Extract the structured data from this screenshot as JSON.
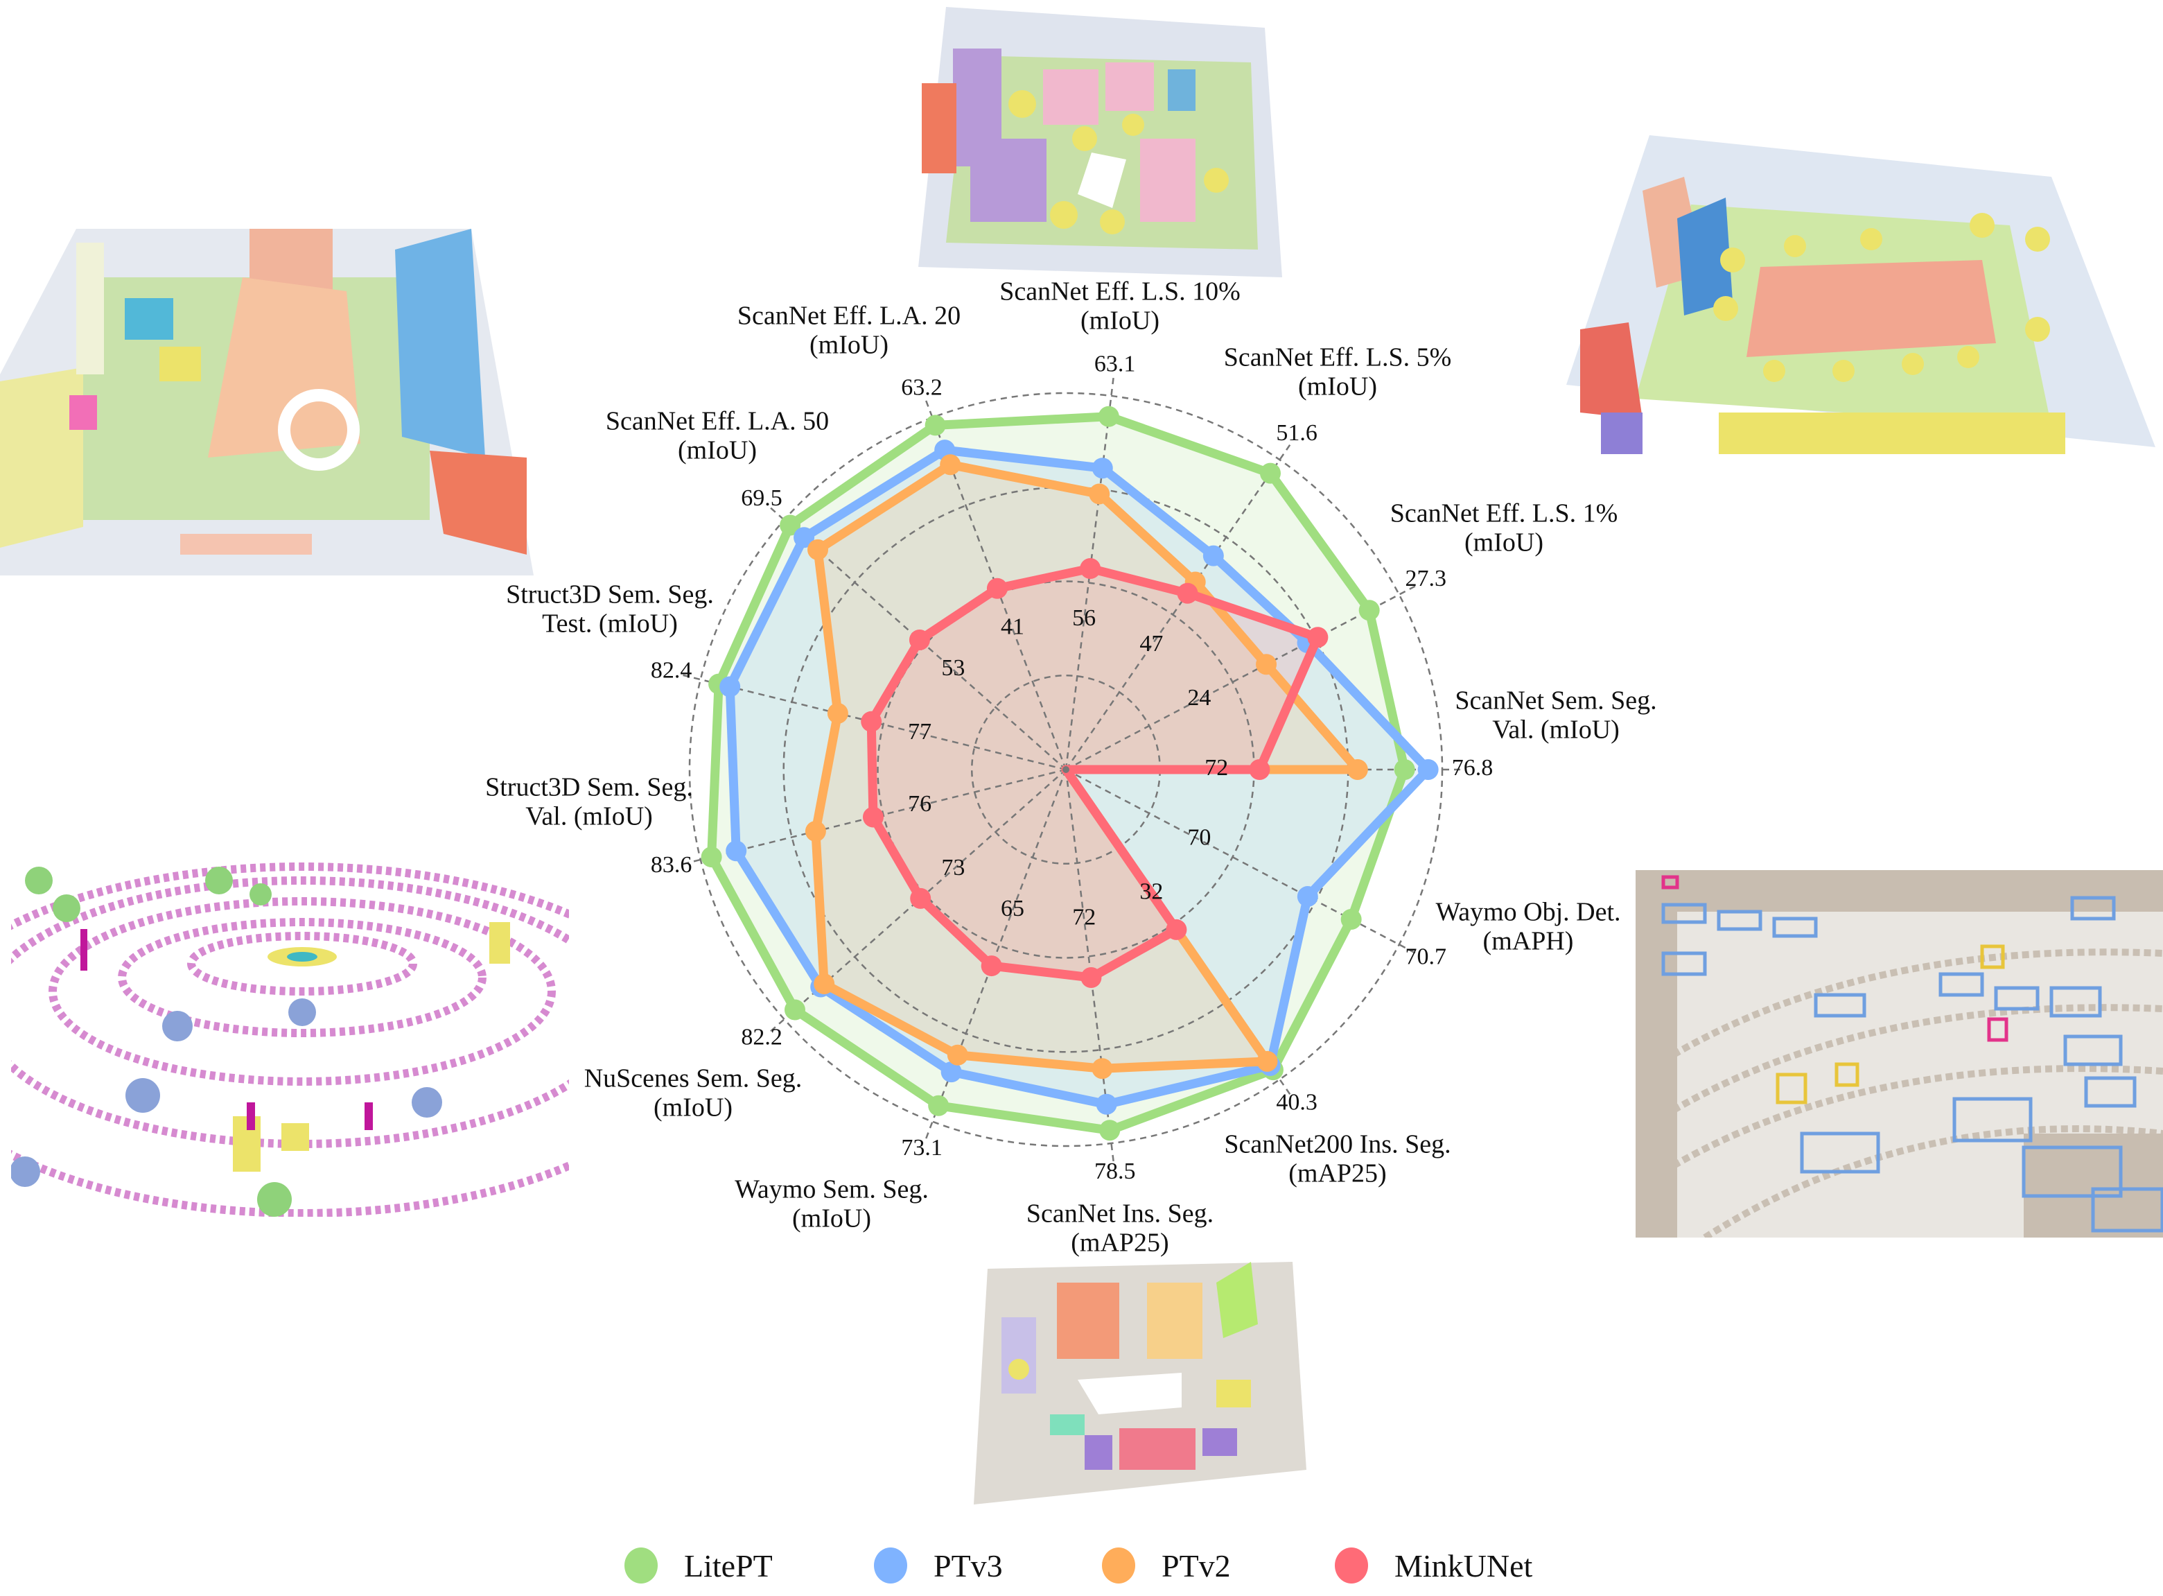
{
  "chart_data": {
    "type": "radar",
    "title": "",
    "axes": [
      {
        "name": [
          "ScanNet Eff. L.S. 10%",
          "(mIoU)"
        ],
        "range": [
          50.79,
          63.82
        ],
        "inner_tick": 56,
        "outer_label": "63.1"
      },
      {
        "name": [
          "ScanNet Eff. L.S. 5%",
          "(mIoU)"
        ],
        "range": [
          43.7,
          51.96
        ],
        "inner_tick": 47,
        "outer_label": "51.6"
      },
      {
        "name": [
          "ScanNet Eff. L.S. 1%",
          "(mIoU)"
        ],
        "range": [
          21.41,
          27.88
        ],
        "inner_tick": 24,
        "outer_label": "27.3"
      },
      {
        "name": [
          "ScanNet Sem. Seg.",
          "Val. (mIoU)"
        ],
        "range": [
          68.16,
          77.76
        ],
        "inner_tick": 72,
        "outer_label": "76.8"
      },
      {
        "name": [
          "Waymo Obj. Det.",
          "(mAPH)"
        ],
        "range": [
          69.39,
          70.92
        ],
        "inner_tick": 70,
        "outer_label": "70.7"
      },
      {
        "name": [
          "ScanNet200 Ins. Seg.",
          "(mAP25)"
        ],
        "range": [
          26.16,
          40.75
        ],
        "inner_tick": 32,
        "outer_label": "40.3"
      },
      {
        "name": [
          "ScanNet Ins. Seg.",
          "(mAP25)"
        ],
        "range": [
          67.4,
          78.9
        ],
        "inner_tick": 72,
        "outer_label": "78.5"
      },
      {
        "name": [
          "Waymo Sem. Seg.",
          "(mIoU)"
        ],
        "range": [
          59.16,
          73.76
        ],
        "inner_tick": 65,
        "outer_label": "73.1"
      },
      {
        "name": [
          "NuScenes Sem. Seg.",
          "(mIoU)"
        ],
        "range": [
          66.45,
          82.82
        ],
        "inner_tick": 73,
        "outer_label": "82.2"
      },
      {
        "name": [
          "Struct3D Sem. Seg.",
          "Val. (mIoU)"
        ],
        "range": [
          70.67,
          84.0
        ],
        "inner_tick": 76,
        "outer_label": "83.6"
      },
      {
        "name": [
          "Struct3D Sem. Seg.",
          "Test. (mIoU)"
        ],
        "range": [
          73.07,
          82.89
        ],
        "inner_tick": 77,
        "outer_label": "82.4"
      },
      {
        "name": [
          "ScanNet Eff. L.A. 50",
          "(mIoU)"
        ],
        "range": [
          41.6,
          70.1
        ],
        "inner_tick": 53,
        "outer_label": "69.5"
      },
      {
        "name": [
          "ScanNet Eff. L.A. 20",
          "(mIoU)"
        ],
        "range": [
          25.64,
          64.04
        ],
        "inner_tick": 41,
        "outer_label": "63.2"
      }
    ],
    "series": [
      {
        "name": "LitePT",
        "color": "#a0de80",
        "values": [
          63.1,
          51.6,
          27.3,
          76.8,
          70.7,
          40.3,
          78.5,
          73.1,
          82.2,
          83.6,
          82.4,
          69.5,
          63.2
        ]
      },
      {
        "name": "PTv3",
        "color": "#7fb3ff",
        "values": [
          61.3,
          49.4,
          26.1,
          77.4,
          70.5,
          40.1,
          77.7,
          71.7,
          80.7,
          82.7,
          82.1,
          68.1,
          60.5
        ]
      },
      {
        "name": "PTv2",
        "color": "#ffad5a",
        "values": [
          60.4,
          48.7,
          25.3,
          75.6,
          null,
          39.9,
          76.6,
          71.0,
          80.5,
          79.8,
          79.2,
          66.7,
          58.9
        ]
      },
      {
        "name": "MinkUNet",
        "color": "#ff6b77",
        "values": [
          57.8,
          48.4,
          26.3,
          73.1,
          null,
          33.7,
          73.8,
          67.3,
          74.9,
          77.7,
          78.3,
          56.4,
          45.4
        ]
      }
    ],
    "grid": true,
    "legend_position": "bottom"
  }
}
